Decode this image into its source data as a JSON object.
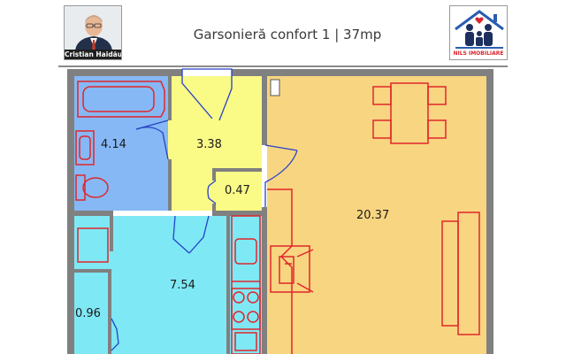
{
  "header": {
    "title": "Garsonieră confort 1 | 37mp",
    "agent_name": "Cristian Haidău",
    "brand_name": "NILS IMOBILIARE"
  },
  "rooms": [
    {
      "id": "bathroom",
      "area": "4.14",
      "color": "#86b8f5"
    },
    {
      "id": "hallway",
      "area": "3.38",
      "color": "#fafa87"
    },
    {
      "id": "storage",
      "area": "0.47",
      "color": "#fafa87"
    },
    {
      "id": "living-room",
      "area": "20.37",
      "color": "#f8d580"
    },
    {
      "id": "kitchen",
      "area": "7.54",
      "color": "#7fe8f5"
    },
    {
      "id": "closet",
      "area": "0.96",
      "color": "#7fe8f5"
    }
  ],
  "colors": {
    "walls": "#808080",
    "fixtures": "#e0262a",
    "doors": "#2642c8",
    "header_divider": "#8a8a8a"
  }
}
